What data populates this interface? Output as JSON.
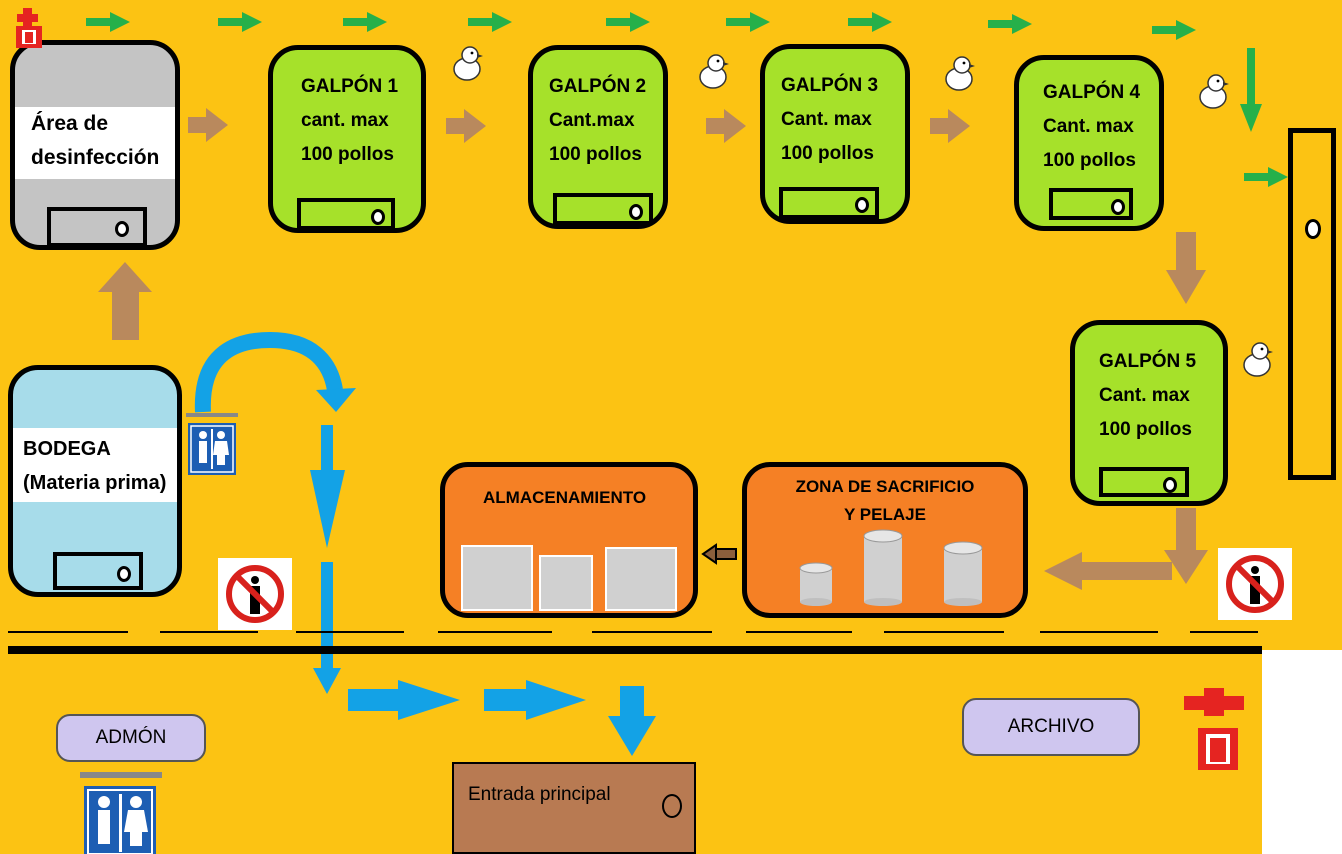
{
  "rooms": {
    "desinfeccion": "Área de\ndesinfección",
    "galpon1": "GALPÓN 1\ncant. max\n100 pollos",
    "galpon2": "GALPÓN 2\nCant.max\n100 pollos",
    "galpon3": "GALPÓN 3\nCant. max\n100 pollos",
    "galpon4": "GALPÓN 4\nCant. max\n100 pollos",
    "galpon5": "GALPÓN 5\nCant. max\n100 pollos",
    "bodega": "BODEGA\n(Materia prima)",
    "almacenamiento": "ALMACENAMIENTO",
    "sacrificio": "ZONA DE SACRIFICIO\nY PELAJE",
    "admon": "ADMÓN",
    "archivo": "ARCHIVO",
    "entrada": "Entrada principal"
  },
  "colors": {
    "background": "#fcc313",
    "galpon": "#a6e12a",
    "orange_zone": "#f58025",
    "bodega": "#a7dcea",
    "desinfeccion": "#c4c4c4",
    "arrow_brown": "#b9895d",
    "arrow_green": "#26b04a",
    "arrow_blue": "#13a2e6",
    "entrada": "#b87a52",
    "office_pill": "#cfc6ef"
  },
  "icons": [
    "chick-icon",
    "first-aid-icon",
    "fire-extinguisher-icon",
    "restroom-icon",
    "no-entry-icon",
    "tank-icon",
    "box-icon",
    "door-icon"
  ]
}
